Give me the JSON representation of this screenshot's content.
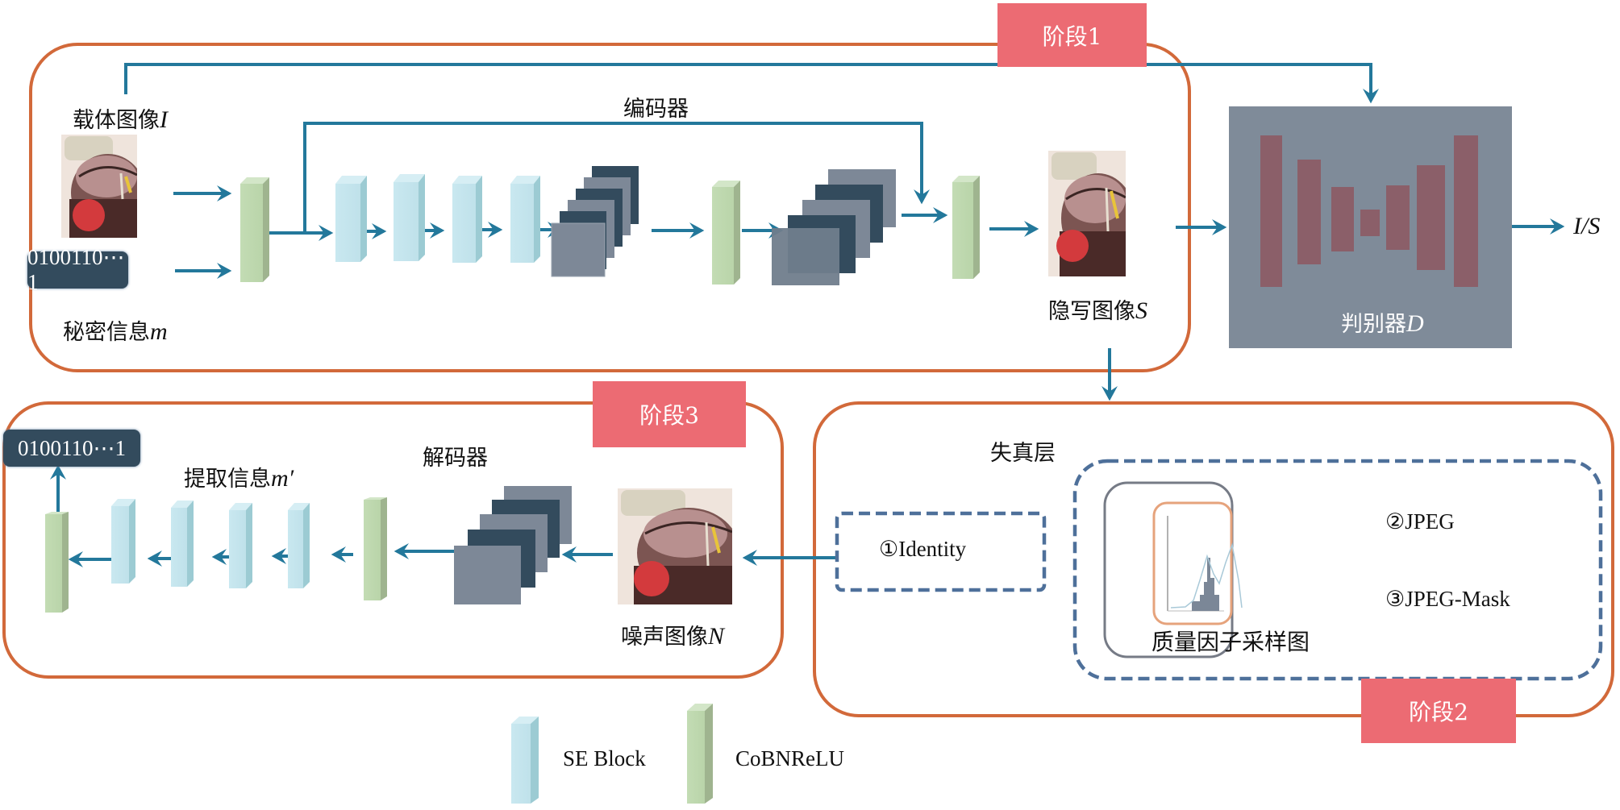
{
  "stages": {
    "stage1": "阶段1",
    "stage2": "阶段2",
    "stage3": "阶段3"
  },
  "encoder": {
    "title": "编码器",
    "cover_image_label": "载体图像",
    "cover_image_symbol": "I",
    "secret_message_label": "秘密信息",
    "secret_message_symbol": "m",
    "secret_bits": "0100110⋯1",
    "stego_image_label": "隐写图像",
    "stego_image_symbol": "S"
  },
  "discriminator": {
    "label": "判别器",
    "symbol": "D",
    "output": "I/S"
  },
  "distortion": {
    "title": "失真层",
    "options": [
      "①Identity",
      "②JPEG",
      "③JPEG-Mask"
    ],
    "sampling_caption": "质量因子采样图"
  },
  "decoder": {
    "title": "解码器",
    "noise_image_label": "噪声图像",
    "noise_image_symbol": "N",
    "extracted_label": "提取信息",
    "extracted_symbol": "m′",
    "extracted_bits": "0100110⋯1"
  },
  "legend": {
    "se_block": "SE Block",
    "cobnrelu": "CoBNReLU"
  },
  "colors": {
    "stage_border": "#d2693a",
    "arrow": "#23789b",
    "badge": "#ec6b73",
    "se_block": "#c5e5ee",
    "cobnrelu": "#bfd9b0",
    "discriminator_bg": "#7f8b99",
    "discriminator_bars": "#8b5f69",
    "dashed": "#4e709a",
    "feature_light": "#7d8897",
    "feature_dark": "#334b5d"
  }
}
